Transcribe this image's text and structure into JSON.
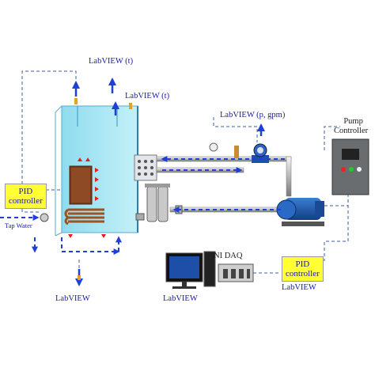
{
  "labels": {
    "labview_top_left": "LabVIEW (t)",
    "labview_top_right": "LabVIEW (t)",
    "labview_flow": "LabVIEW (p, gpm)",
    "labview_bottom": "LabVIEW",
    "labview_daq": "LabVIEW",
    "labview_pid2": "LabVIEW",
    "ni_daq": "NI DAQ",
    "pump_controller_line1": "Pump",
    "pump_controller_line2": "Controller",
    "tap_water": "Tap Water"
  },
  "pid_left": {
    "line1": "PID",
    "line2": "controller"
  },
  "pid_right": {
    "line1": "PID",
    "line2": "controller"
  },
  "colors": {
    "tank_fill": "#a9e6f2",
    "tank_edge": "#5fa7c9",
    "arrow_blue": "#1f3fd6",
    "dash_line": "#3c5ea8",
    "heater_red": "#e0201a",
    "pid_fill": "#ffff33"
  },
  "icons": [
    "up-arrow-icon",
    "down-arrow-icon",
    "pump-icon",
    "flow-meter-icon",
    "heat-exchanger-icon",
    "filter-icon",
    "computer-icon",
    "daq-icon",
    "controller-panel-icon",
    "valve-icon"
  ]
}
